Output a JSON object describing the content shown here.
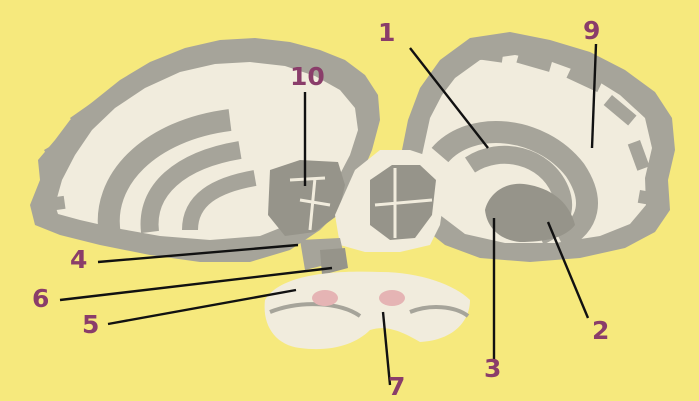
{
  "colors": {
    "background": "#f6e97d",
    "tissue_light": "#f1ecdd",
    "tissue_gray": "#a6a49a",
    "gray_matter_dark": "#96948a",
    "nucleus_pink": "#e5b4b4",
    "leader_line": "#111111",
    "label_text": "#8a3d6a"
  },
  "labels": {
    "l1": "1",
    "l2": "2",
    "l3": "3",
    "l4": "4",
    "l5": "5",
    "l6": "6",
    "l7": "7",
    "l9": "9",
    "l10": "10"
  }
}
